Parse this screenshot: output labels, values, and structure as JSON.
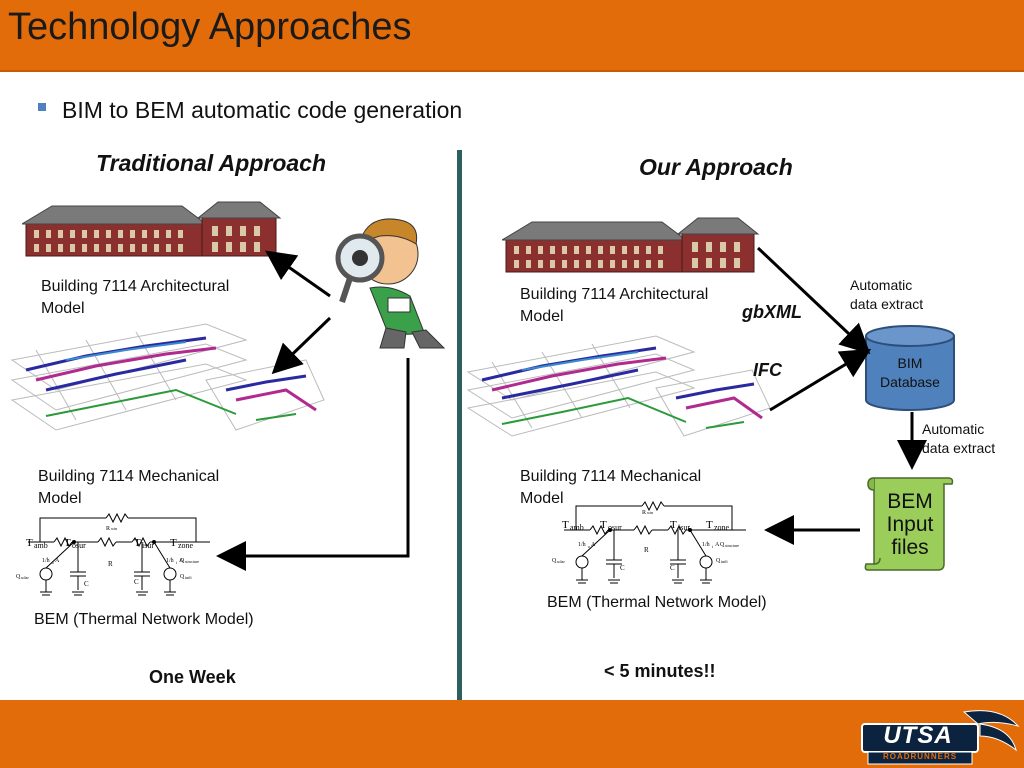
{
  "title": "Technology Approaches",
  "bullet": "BIM to BEM automatic code generation",
  "left": {
    "heading": "Traditional Approach",
    "arch_label": [
      "Building 7114 Architectural",
      "Model"
    ],
    "mech_label": [
      "Building 7114 Mechanical",
      "Model"
    ],
    "bem_label": "BEM (Thermal Network Model)",
    "duration": "One Week"
  },
  "right": {
    "heading": "Our Approach",
    "arch_label": [
      "Building 7114 Architectural",
      "Model"
    ],
    "mech_label": [
      "Building 7114 Mechanical",
      "Model"
    ],
    "bem_label": "BEM (Thermal Network Model)",
    "duration": "< 5 minutes!!",
    "format_gbxml": "gbXML",
    "format_ifc": "IFC",
    "extract_top": [
      "Automatic",
      "data extract"
    ],
    "extract_bottom": [
      "Automatic",
      "data extract"
    ],
    "database": [
      "BIM",
      "Database"
    ],
    "files": [
      "BEM",
      "Input",
      "files"
    ]
  },
  "network": {
    "t_amb": "T",
    "t_amb_sub": "amb",
    "t_osur": "T",
    "t_osur_sub": "osur",
    "t_isur": "T",
    "t_isur_sub": "isur",
    "t_zone": "T",
    "t_zone_sub": "zone",
    "r_win": "R",
    "r_win_sub": "win",
    "r": "R",
    "c": "C",
    "h_o": "1/h",
    "h_o_sub": "o",
    "h_o_suffix": "A",
    "h_i": "1/h",
    "h_i_sub": "i",
    "h_i_suffix": "A",
    "q_solar": "Q",
    "q_solar_sub": "solar",
    "q_int": "Q",
    "q_int_sub": "intfi",
    "q_structure": "Q",
    "q_structure_sub": "structure"
  },
  "logo": {
    "name": "UTSA",
    "tagline": "ROADRUNNERS"
  },
  "colors": {
    "header": "#e36c0a",
    "database": "#4f81bd",
    "scroll": "#9bcd5a",
    "divider": "#2e5f5f"
  }
}
